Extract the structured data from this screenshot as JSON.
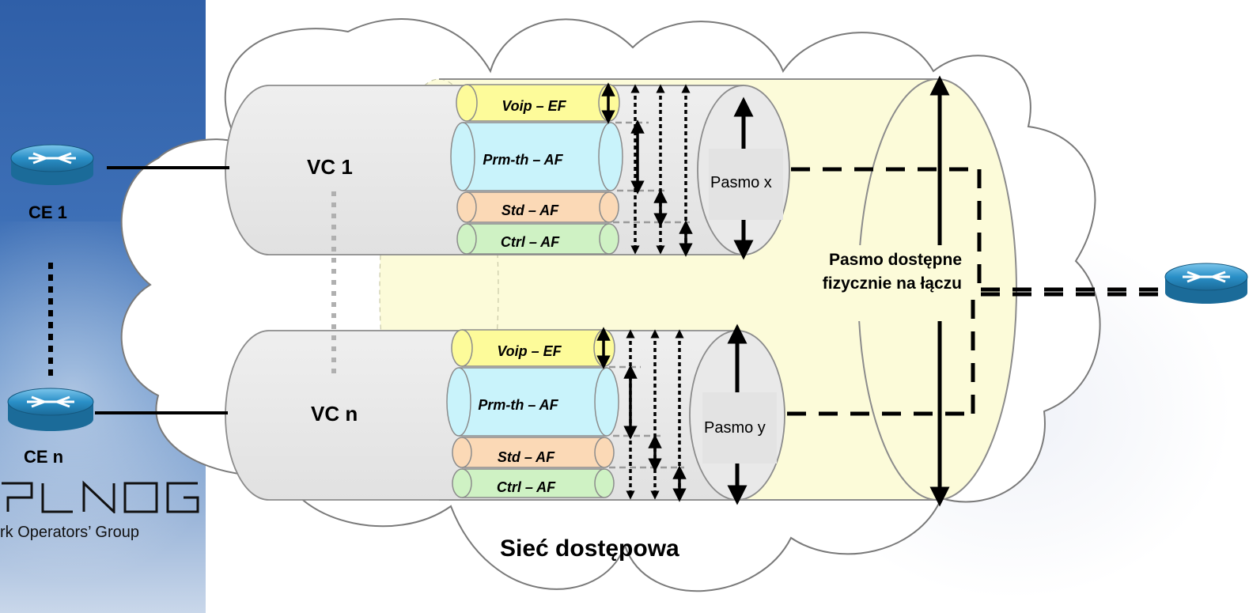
{
  "diagram": {
    "cloud_label": "Sieć dostępowa",
    "ce1_label": "CE 1",
    "cen_label": "CE n",
    "vc1": {
      "label": "VC 1",
      "bandwidth_label": "Pasmo x",
      "classes": [
        "Voip – EF",
        "Prm-th – AF",
        "Std – AF",
        "Ctrl – AF"
      ]
    },
    "vcn": {
      "label": "VC n",
      "bandwidth_label": "Pasmo y",
      "classes": [
        "Voip – EF",
        "Prm-th – AF",
        "Std – AF",
        "Ctrl – AF"
      ]
    },
    "physical_bandwidth_label": "Pasmo dostępne fizycznie na łączu"
  },
  "branding": {
    "logo_text": "PLNOG",
    "subtitle_text": "rk Operators’ Group"
  },
  "colors": {
    "background": "#ffffff",
    "banner": "#3d6fb6",
    "cloud_fill": "#ffffff",
    "cloud_stroke": "#7a7a7a",
    "outer_pipe": "#fcfbd9",
    "vc_pipe": "#e6e6e6",
    "voip": "#fdfb9a",
    "prm": "#c9f3fb",
    "std": "#fbd9b6",
    "ctrl": "#cff2c4",
    "router": "#2a8fc7"
  }
}
